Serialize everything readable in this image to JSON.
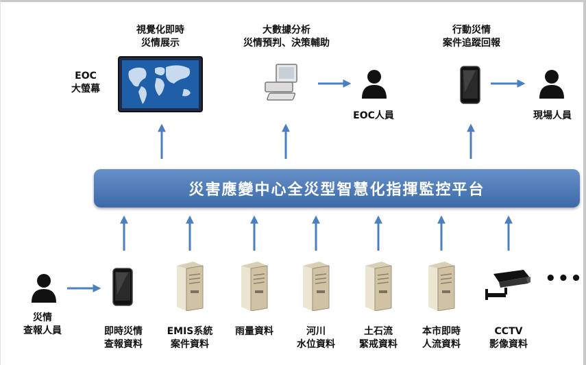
{
  "platform": {
    "title": "災害應變中心全災型智慧化指揮監控平台",
    "color": "#4a78b8"
  },
  "outputs": {
    "screen_caption": [
      "視覺化即時",
      "災情展示"
    ],
    "screen_label": [
      "EOC",
      "大螢幕"
    ],
    "bigdata_caption": [
      "大數據分析",
      "災情預判、決策輔助"
    ],
    "eoc_person_label": "EOC人員",
    "mobile_caption": [
      "行動災情",
      "案件追蹤回報"
    ],
    "field_person_label": "現場人員"
  },
  "inputs": {
    "reporter_label": [
      "災情",
      "查報人員"
    ],
    "sources": [
      {
        "line1": "即時災情",
        "line2": "查報資料",
        "icon": "phone-icon"
      },
      {
        "line1": "EMIS系統",
        "line2": "案件資料",
        "icon": "server-icon"
      },
      {
        "line1": "雨量資料",
        "line2": "",
        "icon": "server-icon"
      },
      {
        "line1": "河川",
        "line2": "水位資料",
        "icon": "server-icon"
      },
      {
        "line1": "土石流",
        "line2": "緊戒資料",
        "icon": "server-icon"
      },
      {
        "line1": "本市即時",
        "line2": "人流資料",
        "icon": "server-icon"
      },
      {
        "line1": "CCTV",
        "line2": "影像資料",
        "icon": "cctv-camera-icon"
      }
    ],
    "more_symbol": "•••"
  },
  "colors": {
    "arrow": "#4a7fc0",
    "person": "#111111"
  }
}
